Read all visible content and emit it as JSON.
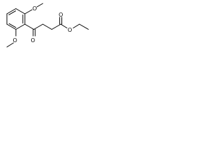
{
  "molecule": {
    "atoms": {
      "o_methoxy_top": "O",
      "o_methoxy_bottom": "O",
      "o_ketone": "O",
      "o_ester_carbonyl": "O",
      "o_ester_ether": "O"
    }
  },
  "colors": {
    "bond": "#000000",
    "label": "#000000",
    "background": "#ffffff"
  }
}
